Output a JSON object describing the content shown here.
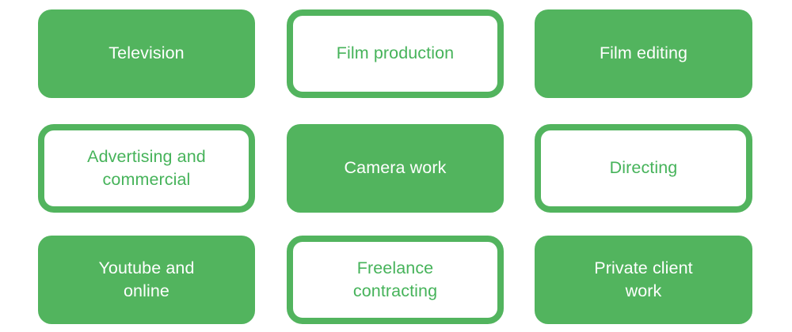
{
  "theme": {
    "background": "#ffffff",
    "accent_fill": "#52b45e",
    "accent_border": "#52b45e",
    "accent_text": "#46b35a",
    "filled_text": "#ffffff"
  },
  "grid": {
    "columns": 3,
    "rows": 3,
    "cards": [
      {
        "id": "television",
        "label": "Television",
        "style": "filled"
      },
      {
        "id": "film-production",
        "label": "Film production",
        "style": "outlined"
      },
      {
        "id": "film-editing",
        "label": "Film editing",
        "style": "filled"
      },
      {
        "id": "advertising-commercial",
        "label": "Advertising and\ncommercial",
        "style": "outlined"
      },
      {
        "id": "camera-work",
        "label": "Camera work",
        "style": "filled"
      },
      {
        "id": "directing",
        "label": "Directing",
        "style": "outlined"
      },
      {
        "id": "youtube-online",
        "label": "Youtube and\nonline",
        "style": "filled"
      },
      {
        "id": "freelance-contracting",
        "label": "Freelance\ncontracting",
        "style": "outlined"
      },
      {
        "id": "private-client-work",
        "label": "Private client\nwork",
        "style": "filled"
      }
    ]
  }
}
